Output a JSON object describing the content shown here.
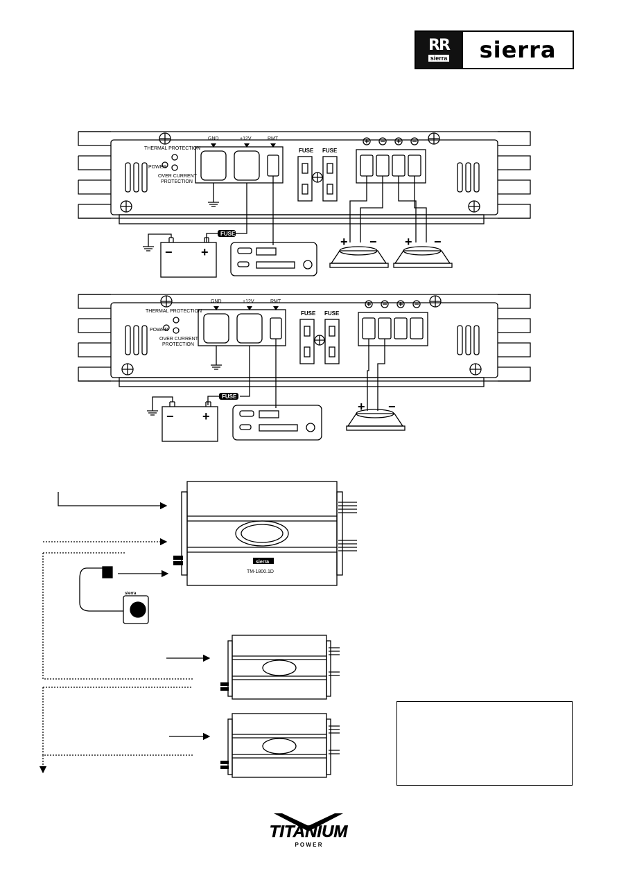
{
  "brand": {
    "mark": "RR",
    "mark_small": "sierra",
    "wordmark": "sierra"
  },
  "panel": {
    "thermal": "THERMAL PROTECTION",
    "power": "POWER",
    "overcurrent_1": "OVER CURRENT",
    "overcurrent_2": "PROTECTION",
    "gnd": "GND",
    "v12": "+12V",
    "rmt": "RMT",
    "fuse": "FUSE",
    "fuse_inline": "FUSE",
    "plus": "+",
    "minus": "−"
  },
  "amp": {
    "brand": "sierra",
    "model": "TM-1800.1D"
  },
  "remote": {
    "brand": "sierra"
  },
  "footer": {
    "logo_main": "TITANIUM",
    "logo_sub": "P O W E R"
  }
}
